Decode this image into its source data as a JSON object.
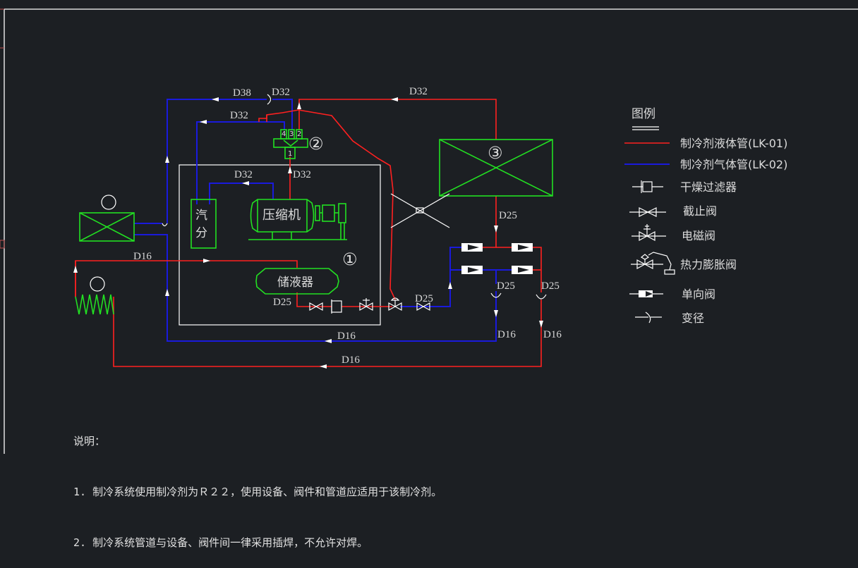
{
  "legend": {
    "title": "图例",
    "items": [
      {
        "symbol": "liquid-pipe-line",
        "label": "制冷剂液体管(LK-01)",
        "color": "#ff2020"
      },
      {
        "symbol": "gas-pipe-line",
        "label": "制冷剂气体管(LK-02)",
        "color": "#1a1adc"
      },
      {
        "symbol": "dryer-filter-symbol",
        "label": "干燥过滤器"
      },
      {
        "symbol": "stop-valve-symbol",
        "label": "截止阀"
      },
      {
        "symbol": "solenoid-valve-symbol",
        "label": "电磁阀"
      },
      {
        "symbol": "expansion-valve-symbol",
        "label": "热力膨胀阀"
      },
      {
        "symbol": "check-valve-symbol",
        "label": "单向阀"
      },
      {
        "symbol": "reducer-symbol",
        "label": "变径"
      }
    ]
  },
  "equipment": {
    "compressor": "压缩机",
    "separator_line1": "汽",
    "separator_line2": "分",
    "receiver": "储液器",
    "unit_1": "①",
    "unit_2": "②",
    "unit_3": "③",
    "port_1": "1",
    "port_2": "2",
    "port_3": "3",
    "port_4": "4"
  },
  "pipe_labels": {
    "d38_top": "D38",
    "d32_top_left": "D32",
    "d32_top_right": "D32",
    "d32_second": "D32",
    "d32_inner": "D32",
    "d32_riser": "D32",
    "d16_left": "D16",
    "d25_receiver": "D25",
    "d25_valves": "D25",
    "d25_condenser": "D25",
    "d25_branch_a": "D25",
    "d25_branch_b": "D25",
    "d16_branch_a": "D16",
    "d16_branch_b": "D16",
    "d16_bottom_blue": "D16",
    "d16_bottom_red": "D16"
  },
  "notes": {
    "title": "说明：",
    "lines": [
      "1. 制冷系统使用制冷剂为Ｒ２２，使用设备、阀件和管道应适用于该制冷剂。",
      "2. 制冷系统管道与设备、阀件间一律采用插焊，不允许对焊。"
    ]
  },
  "colors": {
    "background": "#1c1f23",
    "liquid": "#ff2020",
    "gas": "#1a1adc",
    "equipment": "#22e022",
    "annotation": "#ffffff"
  }
}
